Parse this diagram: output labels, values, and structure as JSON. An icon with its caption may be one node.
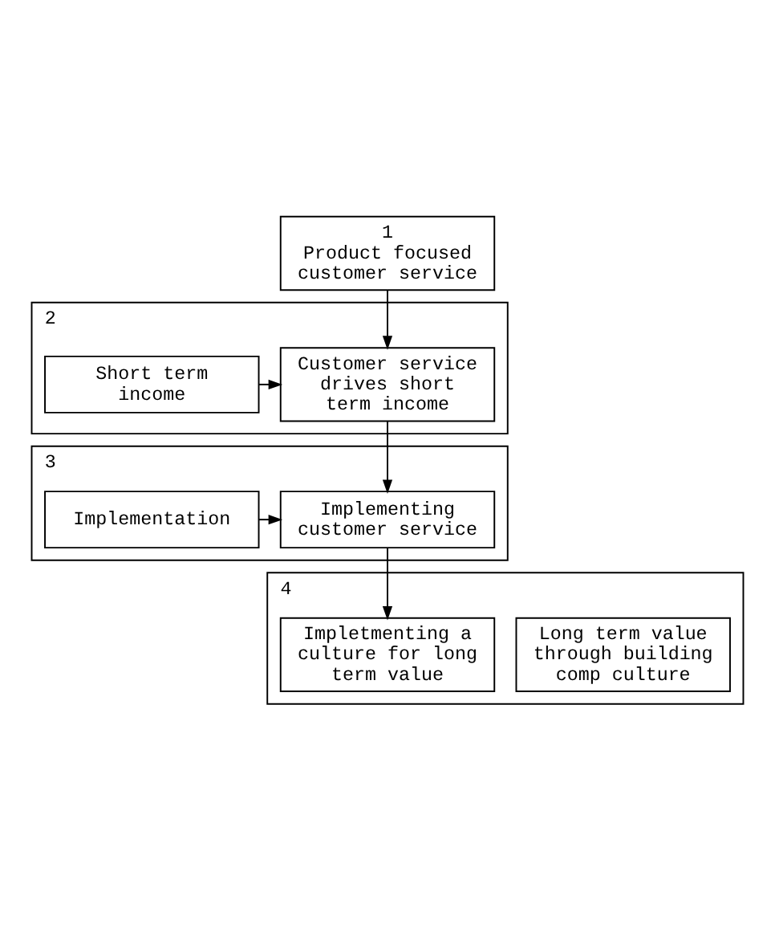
{
  "diagram": {
    "nodes": [
      {
        "text": [
          "1",
          "Product focused customer service"
        ]
      },
      {
        "text": [
          "2"
        ]
      },
      {
        "text": [
          "Short term income"
        ],
        "in": 1
      },
      {
        "text": [
          "Customer service drives short term income"
        ],
        "in": 1
      },
      {
        "text": [
          "3"
        ]
      },
      {
        "text": [
          "Implementation"
        ],
        "in": 4
      },
      {
        "text": [
          "Implementing customer service"
        ],
        "in": 4
      },
      {
        "text": [
          "4"
        ]
      },
      {
        "text": [
          "Long term value through building comp culture"
        ],
        "in": 7
      },
      {
        "text": [
          "Impletmenting a culture for long term value"
        ],
        "in": 7
      }
    ],
    "edges": [
      {
        "from": 0,
        "to": 3,
        "arrow": "to"
      },
      {
        "from": 2,
        "to": 3,
        "arrow": "to"
      },
      {
        "from": 3,
        "to": 6,
        "arrow": "to"
      },
      {
        "from": 5,
        "to": 6,
        "arrow": "to"
      },
      {
        "from": 6,
        "to": 9,
        "arrow": "to"
      }
    ]
  }
}
